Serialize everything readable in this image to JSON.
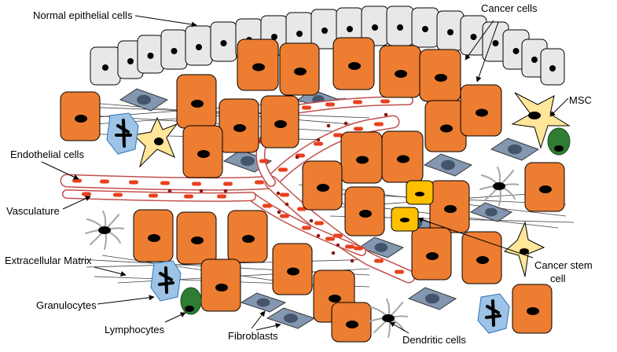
{
  "labels": {
    "normal_epithelial": "Normal epithelial cells",
    "cancer_cells": "Cancer cells",
    "msc": "MSC",
    "endothelial": "Endothelial cells",
    "vasculature": "Vasculature",
    "ecm": "Extracellular Matrix",
    "granulocytes": "Granulocytes",
    "lymphocytes": "Lymphocytes",
    "fibroblasts": "Fibroblasts",
    "dendritic": "Dendritic cells",
    "csc_line1": "Cancer stem",
    "csc_line2": "cell"
  },
  "colors": {
    "epithelial_fill": "#e8e8e8",
    "cancer_fill": "#ed7d31",
    "nucleus": "#000000",
    "fibroblast_fill": "#8497b0",
    "fibroblast_nucleus": "#44546a",
    "vessel_stroke": "#c0504d",
    "rbc": "#e8401c",
    "dot": "#8b1a1a",
    "msc_fill": "#ffe699",
    "granulocyte_fill": "#9dc3e6",
    "lymphocyte_fill": "#2e7d32",
    "csc_fill": "#ffc000",
    "ecm_line": "#404040",
    "dendrite": "#a6a6a6"
  }
}
